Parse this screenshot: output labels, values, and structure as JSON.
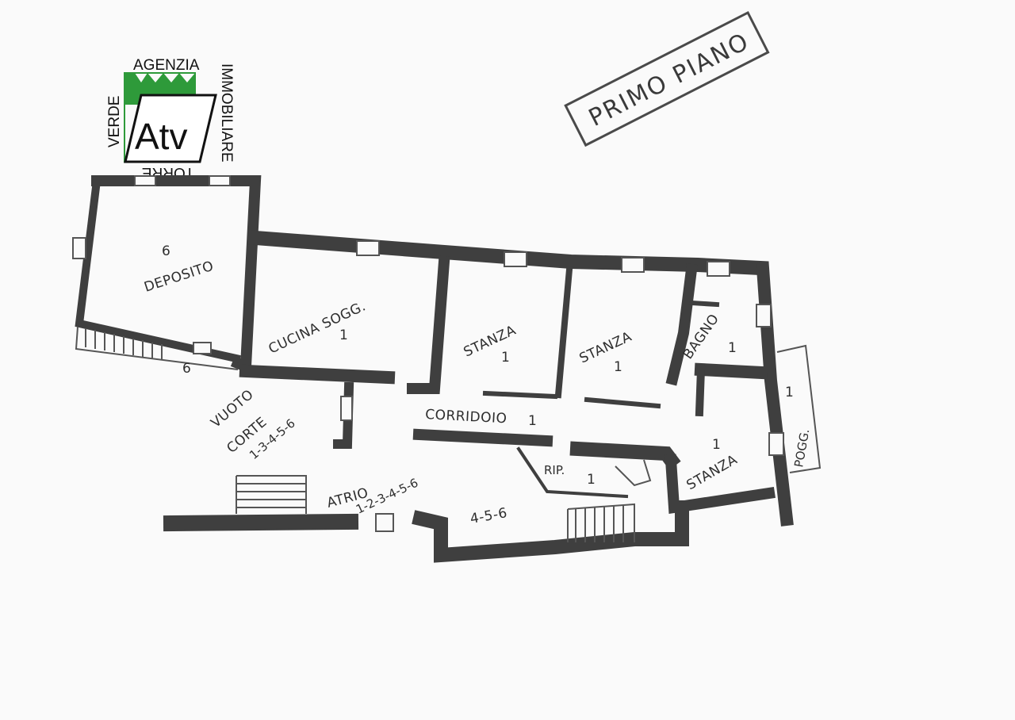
{
  "logo": {
    "top": "AGENZIA",
    "left": "VERDE",
    "right": "IMMOBILIARE",
    "bottom": "TORRE",
    "mark": "Atv",
    "green": "#2e9a3a"
  },
  "stamp": {
    "text": "PRIMO PIANO"
  },
  "rooms": {
    "deposito_num": "6",
    "deposito": "DEPOSITO",
    "cucina": "CUCINA SOGG.",
    "cucina_num": "1",
    "stanza1": "STANZA",
    "stanza1_num": "1",
    "stanza2": "STANZA",
    "stanza2_num": "1",
    "bagno": "BAGNO",
    "bagno_num": "1",
    "corridoio": "CORRIDOIO",
    "corridoio_num": "1",
    "vuoto": "VUOTO",
    "corte": "CORTE",
    "corte_num": "1-3-4-5-6",
    "atrio": "ATRIO",
    "atrio_num": "1-2-3-4-5-6",
    "rip": "RIP.",
    "rip_num": "1",
    "room456": "4-5-6",
    "stanza3_num": "1",
    "stanza3": "STANZA",
    "pogg": "POGG.",
    "pogg_num": "1",
    "stair_mark": "6"
  },
  "colors": {
    "wall": "#3f3f3f",
    "line": "#555555",
    "paper": "#fafafa"
  }
}
